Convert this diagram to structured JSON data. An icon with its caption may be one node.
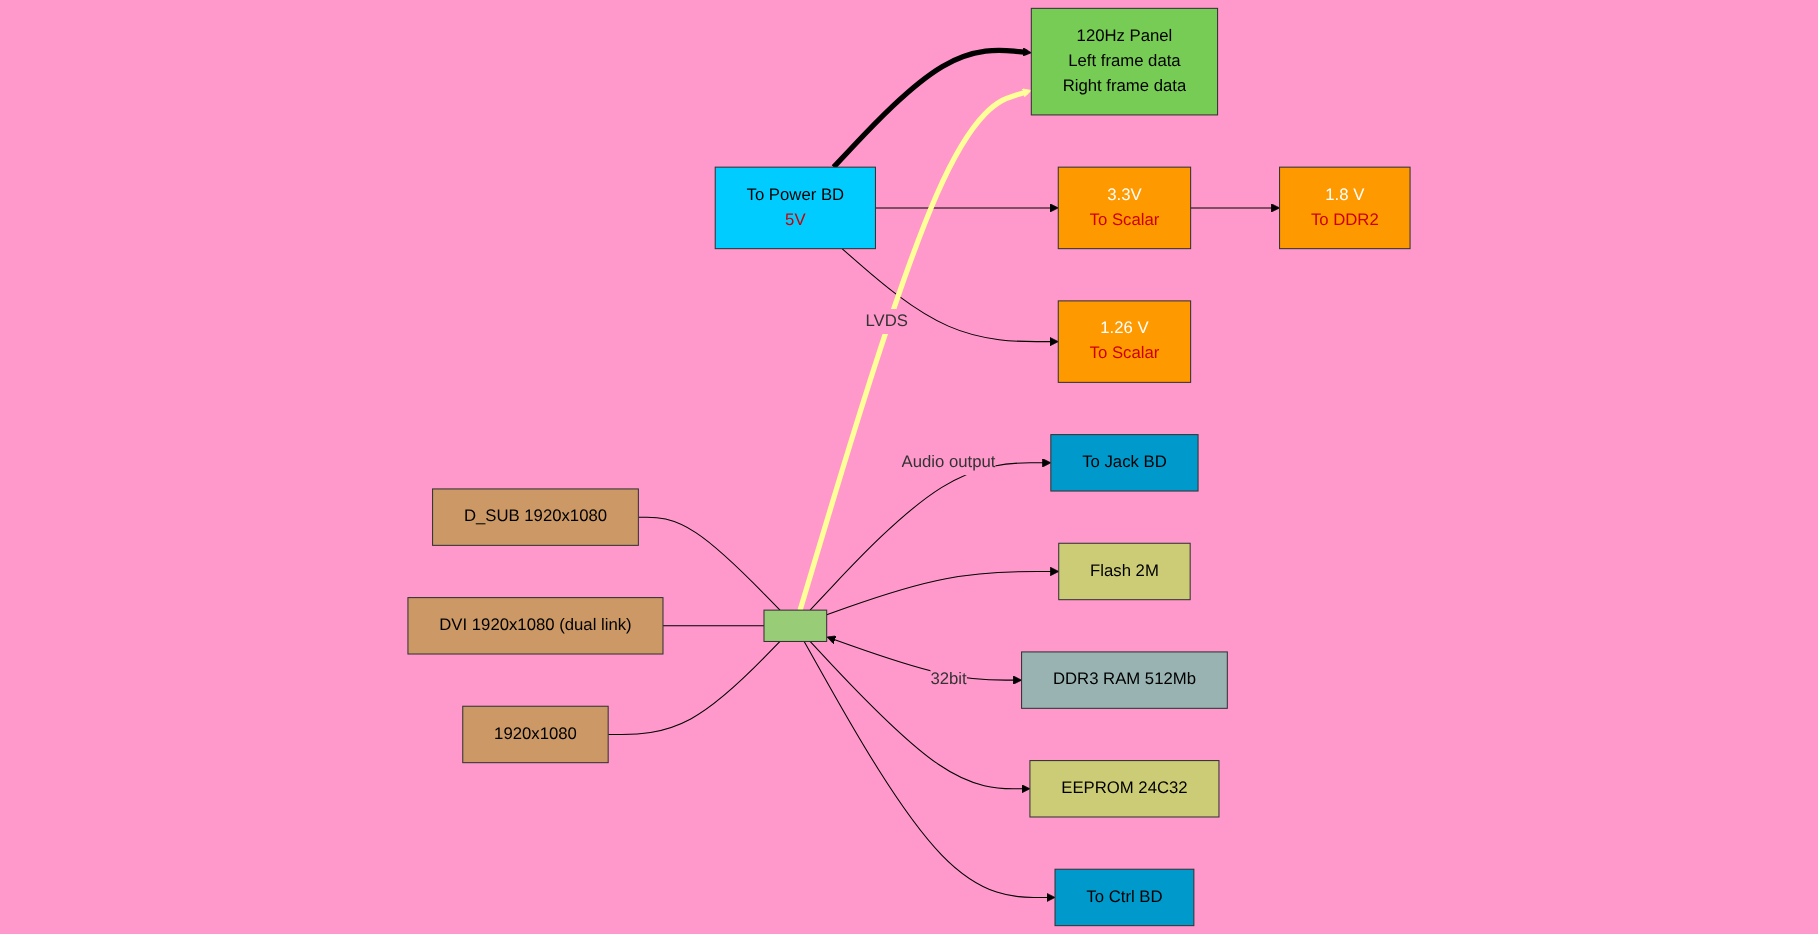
{
  "diagram": {
    "nodes": [
      {
        "text": [
          "To Power BD",
          "5V"
        ]
      },
      {
        "text": [
          "120Hz Panel",
          "Left frame data",
          "Right frame data"
        ]
      },
      {
        "text": [
          "3.3V",
          "To Scalar"
        ]
      },
      {
        "text": [
          "1.8 V",
          "To DDR2"
        ]
      },
      {
        "text": [
          "1.26 V",
          "To Scalar"
        ]
      },
      {
        "text": [
          "To Jack BD"
        ]
      },
      {
        "text": [
          "Flash 2M"
        ]
      },
      {
        "text": [],
        "shape": "box"
      },
      {
        "text": [
          "DDR3 RAM 512Mb"
        ]
      },
      {
        "text": [
          "EEPROM 24C32"
        ]
      },
      {
        "text": [
          "To Ctrl BD"
        ]
      },
      {
        "text": [
          "D_SUB 1920x1080"
        ]
      },
      {
        "text": [
          "DVI 1920x1080 (dual link)"
        ]
      },
      {
        "text": [
          "1920x1080"
        ]
      }
    ],
    "edges": [
      {
        "from": 0,
        "to": 1,
        "arrow": "to",
        "style": "thick"
      },
      {
        "from": 0,
        "to": 2,
        "arrow": "to"
      },
      {
        "from": 2,
        "to": 3,
        "arrow": "to"
      },
      {
        "from": 0,
        "to": 4,
        "arrow": "to"
      },
      {
        "from": 7,
        "to": 1,
        "arrow": "to",
        "label": "LVDS",
        "style": "thick",
        "color": "#ffff99"
      },
      {
        "from": 7,
        "to": 5,
        "arrow": "to",
        "label": "Audio output"
      },
      {
        "from": 7,
        "to": 8,
        "arrow": "both",
        "label": "32bit"
      },
      {
        "from": 7,
        "to": 6,
        "arrow": "to"
      },
      {
        "from": 7,
        "to": 9,
        "arrow": "to"
      },
      {
        "from": 7,
        "to": 10,
        "arrow": "to"
      },
      {
        "from": 11,
        "to": 7,
        "arrow": "none"
      },
      {
        "from": 12,
        "to": 7,
        "arrow": "none"
      },
      {
        "from": 13,
        "to": 7,
        "arrow": "none"
      }
    ]
  }
}
